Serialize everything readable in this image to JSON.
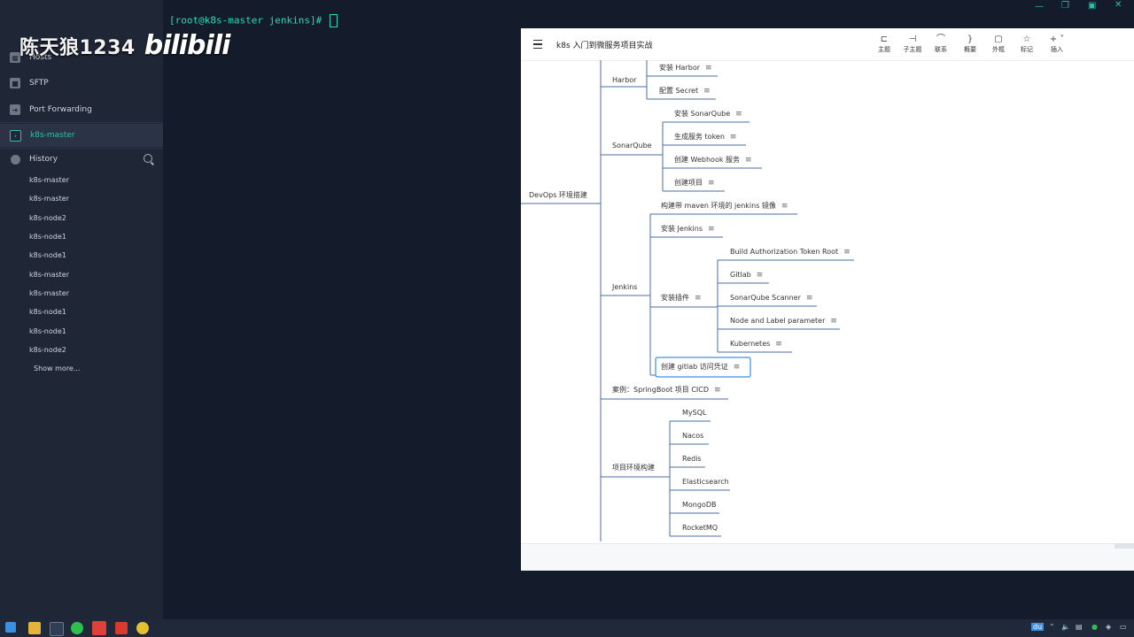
{
  "watermark": {
    "name": "陈天狼1234",
    "logo": "bilibili"
  },
  "sidebar": {
    "items": [
      {
        "label": "Hosts",
        "icon": "hosts-icon"
      },
      {
        "label": "SFTP",
        "icon": "folder-icon"
      },
      {
        "label": "Port Forwarding",
        "icon": "forward-arrow-icon"
      },
      {
        "label": "k8s-master",
        "icon": "terminal-icon",
        "active": true
      }
    ],
    "history": {
      "label": "History",
      "items": [
        "k8s-master",
        "k8s-master",
        "k8s-node2",
        "k8s-node1",
        "k8s-node1",
        "k8s-master",
        "k8s-master",
        "k8s-node1",
        "k8s-node1",
        "k8s-node2"
      ],
      "show_more": "Show more..."
    }
  },
  "terminal": {
    "prompt": "[root@k8s-master jenkins]# "
  },
  "mindmap": {
    "title": "k8s 入门到微服务项目实战",
    "toolbar": [
      "主题",
      "子主题",
      "联系",
      "概要",
      "外框",
      "标记",
      "插入"
    ],
    "nodes": {
      "root": "DevOps 环境搭建",
      "harbor": "Harbor",
      "harbor_install": "安装 Harbor",
      "harbor_secret": "配置 Secret",
      "sonar": "SonarQube",
      "sonar_install": "安装 SonarQube",
      "sonar_token": "生成服务 token",
      "sonar_webhook": "创建 Webhook 服务",
      "sonar_project": "创建项目",
      "jenkins": "Jenkins",
      "jenkins_image": "构建带 maven 环境的 jenkins 镜像",
      "jenkins_install": "安装 Jenkins",
      "jenkins_plugins": "安装插件",
      "plugin_1": "Build Authorization Token Root",
      "plugin_2": "Gitlab",
      "plugin_3": "SonarQube Scanner",
      "plugin_4": "Node and Label parameter",
      "plugin_5": "Kubernetes",
      "jenkins_cred": "创建 gitlab 访问凭证",
      "case": "案例：SpringBoot 项目 CICD",
      "env": "项目环境构建",
      "env_1": "MySQL",
      "env_2": "Nacos",
      "env_3": "Redis",
      "env_4": "Elasticsearch",
      "env_5": "MongoDB",
      "env_6": "RocketMQ",
      "note_glyph": "≡"
    }
  },
  "colors": {
    "accent": "#26c4a6",
    "sidebar_bg": "#1f2636",
    "terminal_bg": "#141b2a",
    "mind_line": "#4a6ea9",
    "selected_border": "#3d8fe0"
  }
}
